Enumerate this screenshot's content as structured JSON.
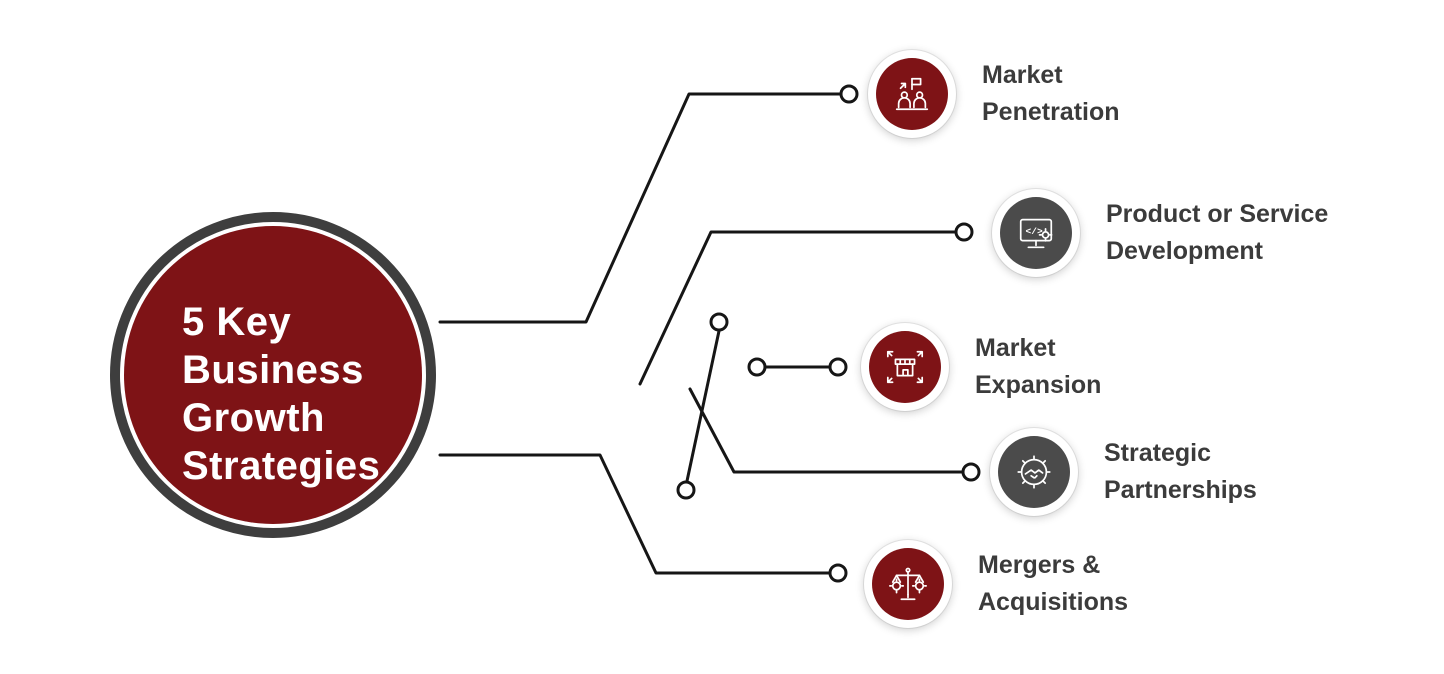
{
  "main": {
    "title_lines": [
      "5 Key",
      "Business",
      "Growth",
      "Strategies"
    ]
  },
  "nodes": [
    {
      "id": "market-penetration",
      "label_lines": [
        "Market",
        "Penetration"
      ],
      "color": "#7e1316",
      "icon": "team-growth-icon"
    },
    {
      "id": "product-or-service-development",
      "label_lines": [
        "Product or Service",
        "Development"
      ],
      "color": "#4b4b4b",
      "icon": "monitor-code-icon"
    },
    {
      "id": "market-expansion",
      "label_lines": [
        "Market",
        "Expansion"
      ],
      "color": "#7e1316",
      "icon": "store-expand-icon"
    },
    {
      "id": "strategic-partnerships",
      "label_lines": [
        "Strategic",
        "Partnerships"
      ],
      "color": "#4b4b4b",
      "icon": "handshake-gear-icon"
    },
    {
      "id": "mergers-and-acquisitions",
      "label_lines": [
        "Mergers &",
        "Acquisitions"
      ],
      "color": "#7e1316",
      "icon": "scale-gears-icon"
    }
  ],
  "colors": {
    "maroon": "#7e1316",
    "gray": "#4b4b4b",
    "line": "#161616",
    "ring": "#3e3e3e",
    "text": "#3b3b3b",
    "icon": "#ffffff",
    "bg": "#ffffff"
  }
}
